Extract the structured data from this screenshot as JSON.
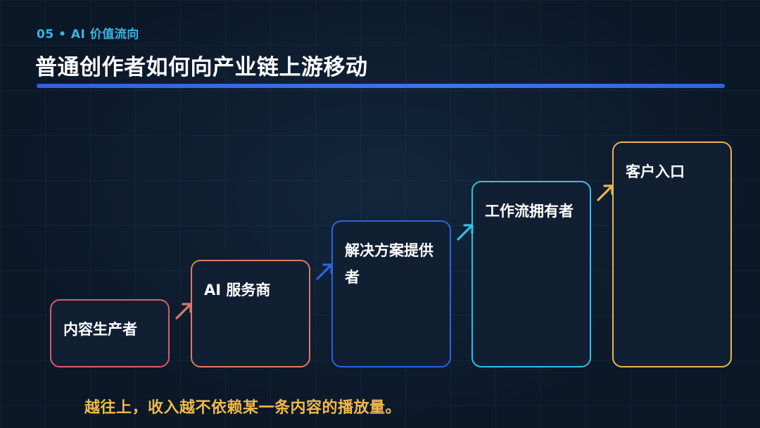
{
  "header": {
    "section_tag": "05 • AI 价值流向",
    "title": "普通创作者如何向产业链上游移动"
  },
  "steps": [
    {
      "label": "内容生产者",
      "color": "#d95b6a"
    },
    {
      "label": "AI 服务商",
      "color": "#d97b68"
    },
    {
      "label": "解决方案提供者",
      "color": "#2c64e0"
    },
    {
      "label": "工作流拥有者",
      "color": "#31c0e4"
    },
    {
      "label": "客户入口",
      "color": "#e9b457"
    }
  ],
  "arrows": [
    {
      "icon": "arrow-up-right-icon",
      "color": "#d97b68"
    },
    {
      "icon": "arrow-up-right-icon",
      "color": "#2c64e0"
    },
    {
      "icon": "arrow-up-right-icon",
      "color": "#31c0e4"
    },
    {
      "icon": "arrow-up-right-icon",
      "color": "#e9b457"
    }
  ],
  "footer": {
    "note": "越往上，收入越不依赖某一条内容的播放量。"
  },
  "colors": {
    "background": "#0b1828",
    "accent_blue": "#2f63d8",
    "section_tag": "#37b6e6",
    "footer_note": "#f0b84c"
  }
}
